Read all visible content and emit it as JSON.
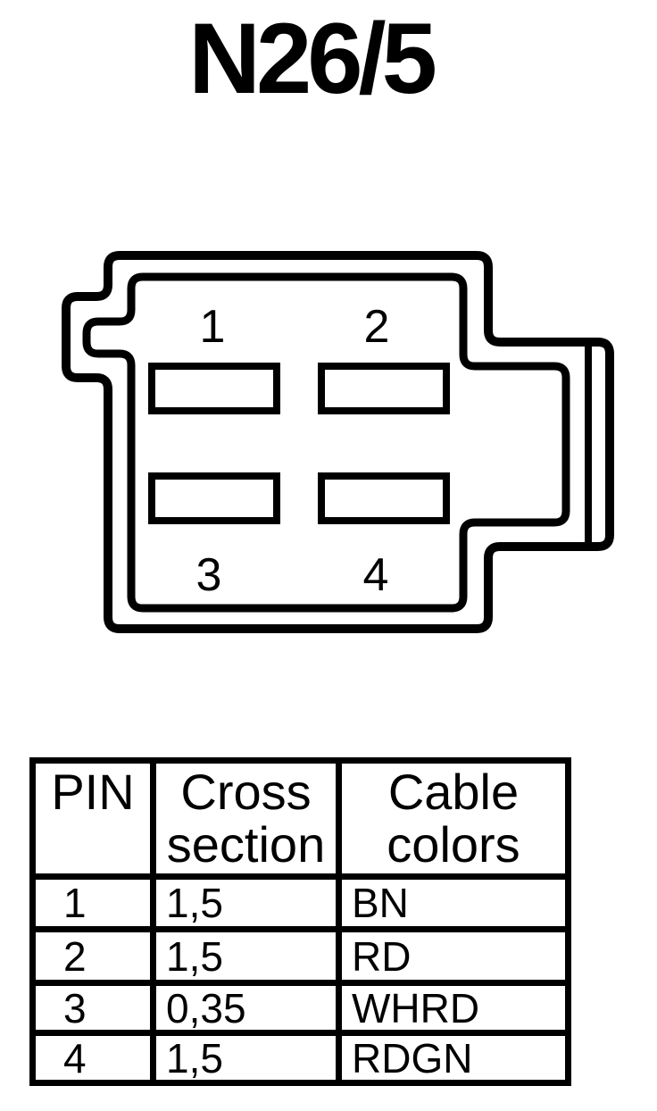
{
  "title": "N26/5",
  "connector": {
    "pin_labels": [
      "1",
      "2",
      "3",
      "4"
    ]
  },
  "table": {
    "headers": [
      "PIN",
      "Cross section",
      "Cable colors"
    ],
    "rows": [
      {
        "pin": "1",
        "cross_section": "1,5",
        "cable_color": "BN"
      },
      {
        "pin": "2",
        "cross_section": "1,5",
        "cable_color": "RD"
      },
      {
        "pin": "3",
        "cross_section": "0,35",
        "cable_color": "WHRD"
      },
      {
        "pin": "4",
        "cross_section": "1,5",
        "cable_color": "RDGN"
      }
    ]
  },
  "colors": {
    "line": "#000000",
    "background": "#ffffff"
  }
}
